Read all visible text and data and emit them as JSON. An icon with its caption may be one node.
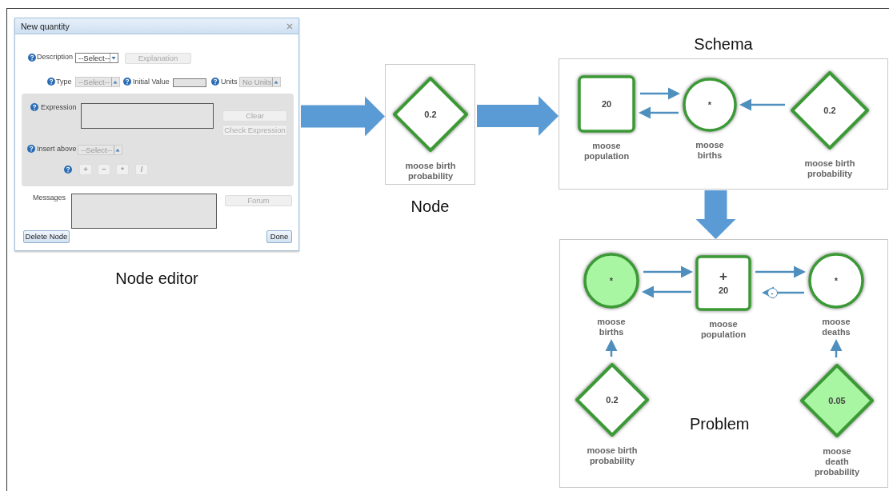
{
  "diagram": {
    "nodes": [
      {
        "text": [
          "New quantity"
        ],
        "beside": [
          "Node editor"
        ]
      },
      {
        "text": [],
        "shape": "box",
        "beside": [
          "Node"
        ]
      },
      {
        "text": [
          "0.2",
          "moose birth probability"
        ],
        "in": 1
      },
      {
        "text": [
          "Schema"
        ]
      },
      {
        "text": [
          "20",
          "moose population"
        ],
        "in": 3
      },
      {
        "text": [
          "*",
          "moose births"
        ],
        "in": 3
      },
      {
        "text": [
          "0.2",
          "moose birth probability"
        ],
        "in": 3
      },
      {
        "text": [
          "Problem"
        ]
      },
      {
        "text": [
          "*",
          "moose births"
        ],
        "in": 7
      },
      {
        "text": [
          "+",
          "20",
          "moose population"
        ],
        "in": 7
      },
      {
        "text": [
          "*",
          "moose deaths"
        ],
        "in": 7
      },
      {
        "text": [
          "0.2",
          "moose birth probability"
        ],
        "in": 7
      },
      {
        "text": [
          "0.05",
          "moose death probability"
        ],
        "in": 7
      }
    ],
    "edges": [
      {
        "from": 0,
        "to": 1,
        "arrow": "to",
        "style": "thick",
        "color": "#5b9bd5"
      },
      {
        "from": 1,
        "to": 3,
        "arrow": "to",
        "style": "thick",
        "color": "#5b9bd5"
      },
      {
        "from": 3,
        "to": 7,
        "arrow": "to",
        "style": "thick",
        "color": "#5b9bd5"
      },
      {
        "from": 4,
        "to": 5,
        "arrow": "to"
      },
      {
        "from": 5,
        "to": 4,
        "arrow": "to"
      },
      {
        "from": 6,
        "to": 5,
        "arrow": "to"
      },
      {
        "from": 8,
        "to": 9,
        "arrow": "to"
      },
      {
        "from": 9,
        "to": 8,
        "arrow": "to"
      },
      {
        "from": 9,
        "to": 10,
        "arrow": "to"
      },
      {
        "from": 10,
        "to": 9,
        "arrow": "to",
        "label": "-"
      },
      {
        "from": 11,
        "to": 8,
        "arrow": "to"
      },
      {
        "from": 12,
        "to": 10,
        "arrow": "to"
      }
    ],
    "labels": [
      "Description",
      "--Select--",
      "Explanation",
      "Type",
      "--Select--",
      "Initial Value",
      "Units",
      "No Units",
      "Expression",
      "Clear",
      "Check Expression",
      "Insert above",
      "--Select--",
      "+",
      "−",
      "*",
      "/",
      "Messages",
      "Forum",
      "Delete Node",
      "Done"
    ]
  }
}
